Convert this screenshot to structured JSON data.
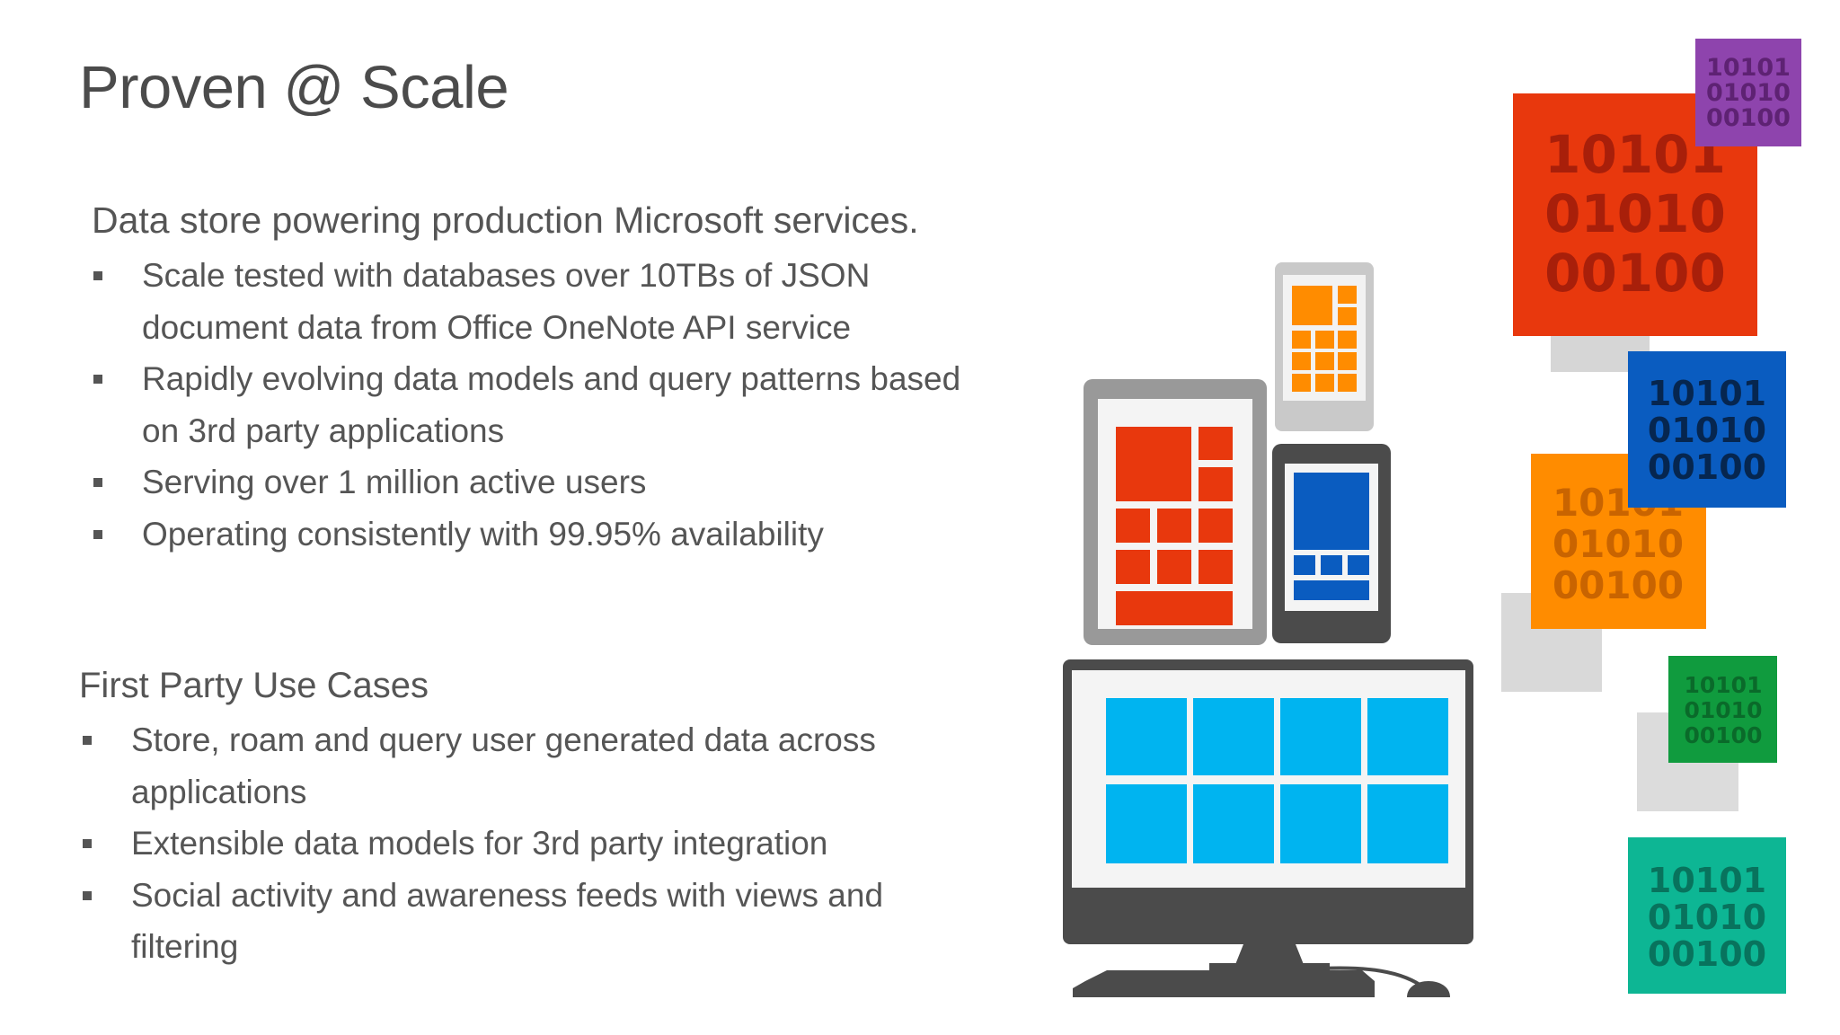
{
  "slide": {
    "title": "Proven @ Scale"
  },
  "section1": {
    "heading": "Data store powering production Microsoft services.",
    "bullets": [
      "Scale tested with databases over 10TBs of JSON document data from Office OneNote API service",
      "Rapidly evolving data models and query patterns based on 3rd party applications",
      "Serving over 1 million active users",
      "Operating consistently with 99.95% availability"
    ]
  },
  "section2": {
    "heading": "First Party Use Cases",
    "bullets": [
      "Store, roam and query user generated data across applications",
      "Extensible data models for 3rd party integration",
      "Social activity and awareness feeds with views and filtering"
    ]
  },
  "illustration": {
    "binary_lines": [
      "10101",
      "01010",
      "00100"
    ],
    "colors": {
      "red": "#e8380d",
      "purple": "#8e44ad",
      "blue": "#0a5cc0",
      "orange": "#ff8c00",
      "green": "#109b3e",
      "teal": "#0db694",
      "sky": "#00b4f0",
      "device_dark": "#4b4b4b",
      "device_gray": "#999999"
    }
  }
}
